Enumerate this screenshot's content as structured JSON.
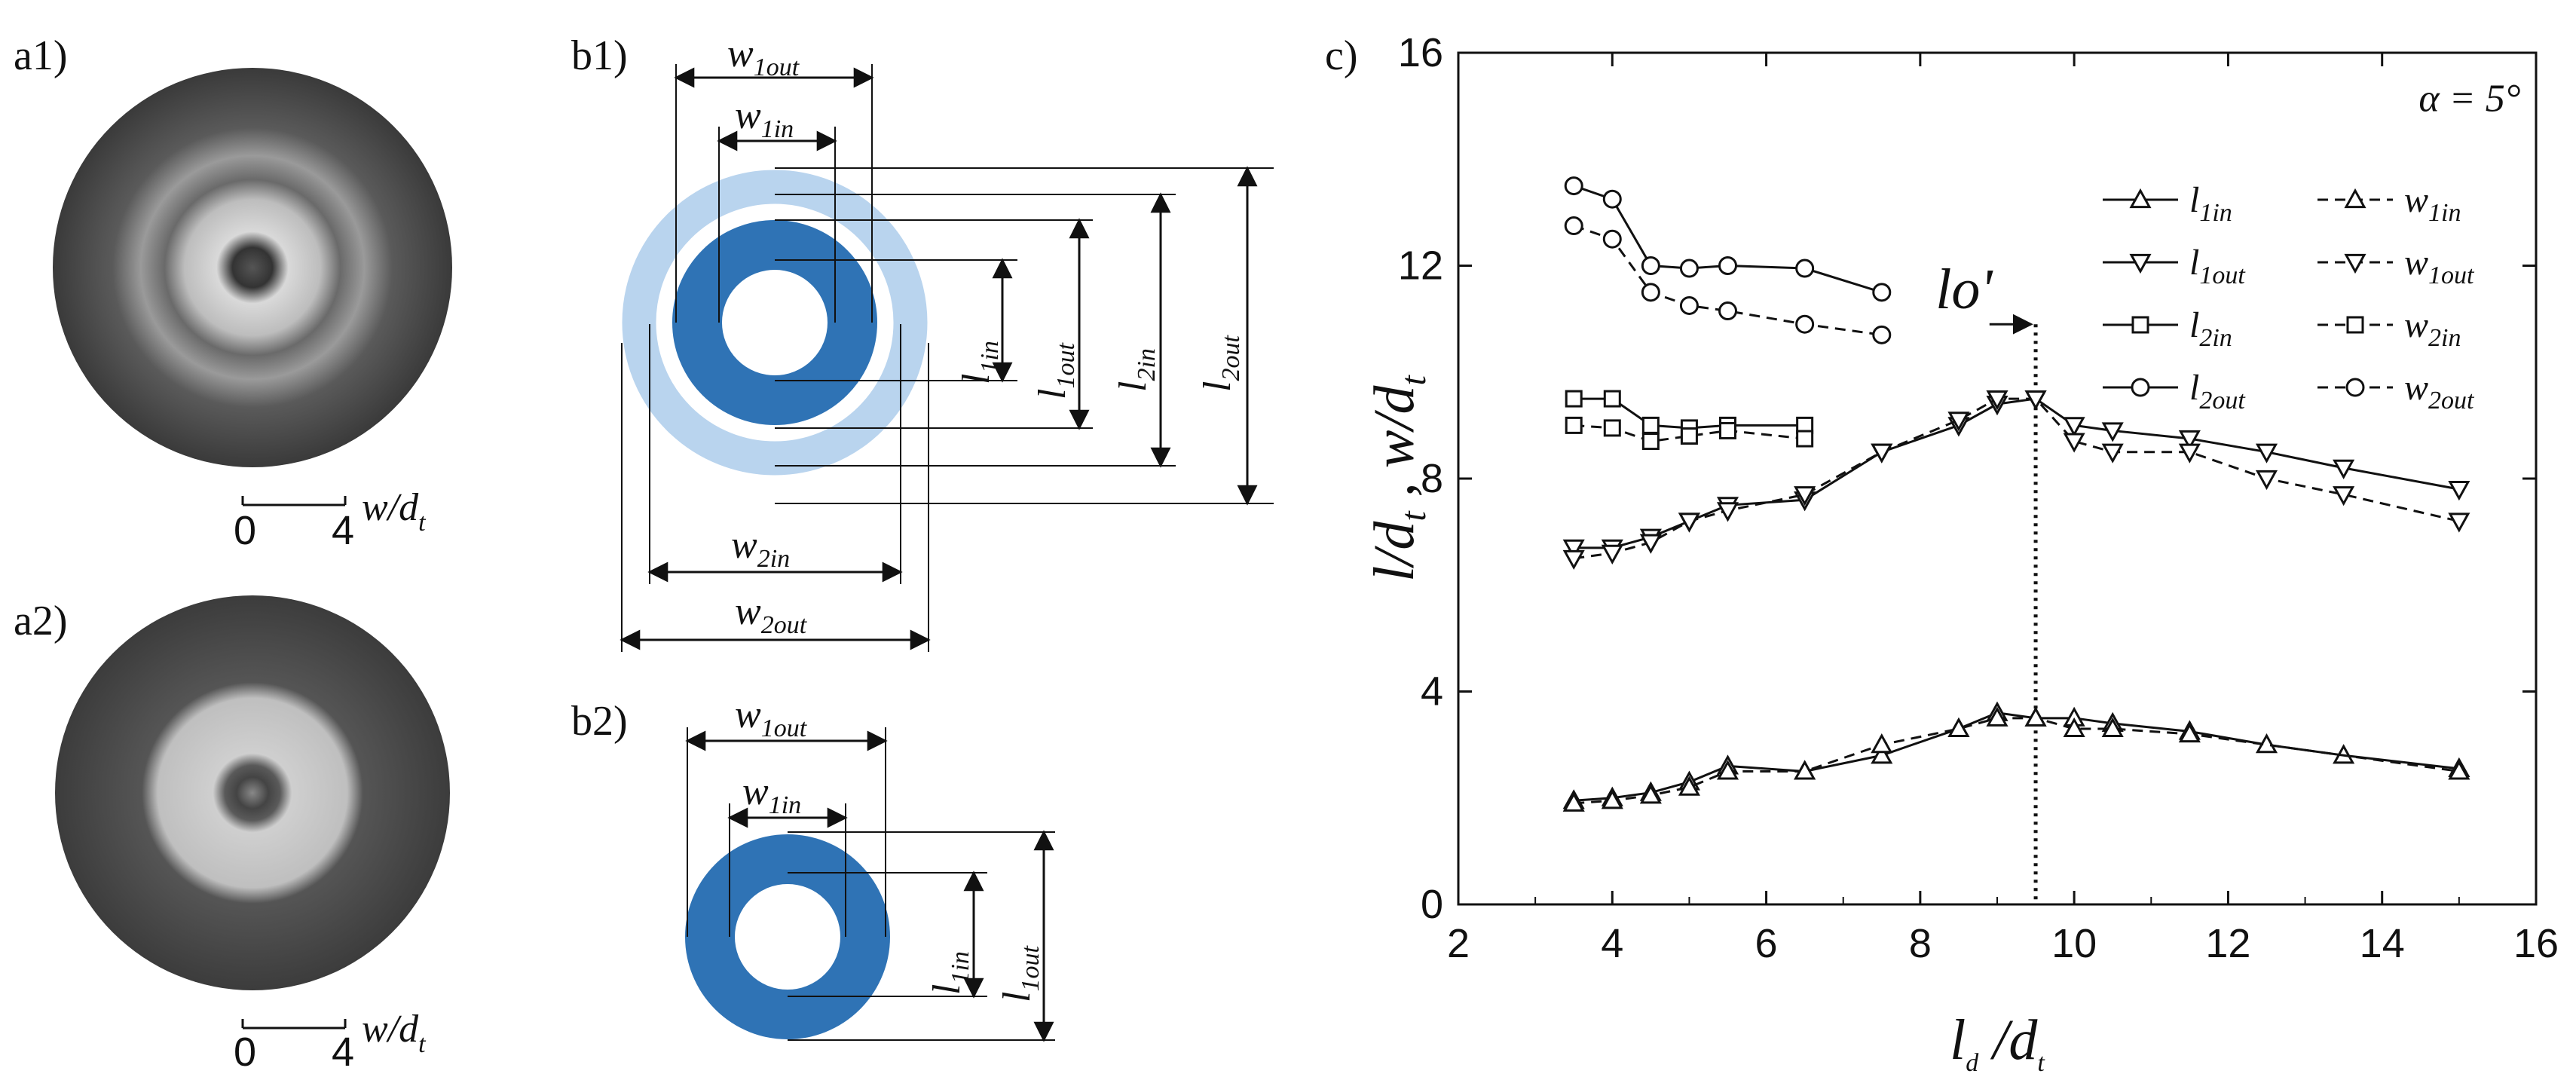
{
  "panels": {
    "a1": {
      "label": "a1)",
      "scale_min": "0",
      "scale_max": "4",
      "scale_unit": "w/d",
      "scale_unit_sub": "t"
    },
    "a2": {
      "label": "a2)",
      "scale_min": "0",
      "scale_max": "4",
      "scale_unit": "w/d",
      "scale_unit_sub": "t"
    },
    "b1": {
      "label": "b1)",
      "dims": {
        "w1out": {
          "base": "w",
          "sub": "1out"
        },
        "w1in": {
          "base": "w",
          "sub": "1in"
        },
        "w2in": {
          "base": "w",
          "sub": "2in"
        },
        "w2out": {
          "base": "w",
          "sub": "2out"
        },
        "l1in": {
          "base": "l",
          "sub": "1in"
        },
        "l1out": {
          "base": "l",
          "sub": "1out"
        },
        "l2in": {
          "base": "l",
          "sub": "2in"
        },
        "l2out": {
          "base": "l",
          "sub": "2out"
        }
      }
    },
    "b2": {
      "label": "b2)",
      "dims": {
        "w1out": {
          "base": "w",
          "sub": "1out"
        },
        "w1in": {
          "base": "w",
          "sub": "1in"
        },
        "l1in": {
          "base": "l",
          "sub": "1in"
        },
        "l1out": {
          "base": "l",
          "sub": "1out"
        }
      }
    },
    "c": {
      "label": "c)"
    }
  },
  "colors": {
    "ring_inner": "#2f73b5",
    "ring_outer": "#b9d4ee",
    "ink": "#111111"
  },
  "chart_data": {
    "type": "line",
    "annotation": "α = 5°",
    "lo_label": "lo'",
    "lo_x": 9.5,
    "xlabel": "l_d / d_t",
    "ylabel": "l / d_t , w / d_t",
    "xlim": [
      2,
      16
    ],
    "ylim": [
      0,
      16
    ],
    "xticks": [
      2,
      4,
      6,
      8,
      10,
      12,
      14,
      16
    ],
    "yticks": [
      0,
      4,
      8,
      12,
      16
    ],
    "grid": false,
    "legend_position": "top-right",
    "series": [
      {
        "name": "l1in",
        "base": "l",
        "sub": "1in",
        "marker": "triangle-up",
        "dash": false,
        "x": [
          3.5,
          4,
          4.5,
          5,
          5.5,
          6.5,
          7.5,
          8.5,
          9,
          9.5,
          10,
          10.5,
          11.5,
          12.5,
          13.5,
          15
        ],
        "y": [
          1.95,
          2.0,
          2.1,
          2.3,
          2.6,
          2.5,
          2.8,
          3.3,
          3.6,
          3.5,
          3.5,
          3.4,
          3.25,
          3.0,
          2.8,
          2.55
        ]
      },
      {
        "name": "w1in",
        "base": "w",
        "sub": "1in",
        "marker": "triangle-up",
        "dash": true,
        "x": [
          3.5,
          4,
          4.5,
          5,
          5.5,
          6.5,
          7.5,
          8.5,
          9,
          9.5,
          10,
          10.5,
          11.5,
          15
        ],
        "y": [
          1.9,
          1.95,
          2.05,
          2.2,
          2.5,
          2.5,
          3.0,
          3.3,
          3.5,
          3.5,
          3.3,
          3.3,
          3.2,
          2.5
        ]
      },
      {
        "name": "l1out",
        "base": "l",
        "sub": "1out",
        "marker": "triangle-down",
        "dash": false,
        "x": [
          3.5,
          4,
          4.5,
          5,
          5.5,
          6.5,
          7.5,
          8.5,
          9,
          9.5,
          10,
          10.5,
          11.5,
          12.5,
          13.5,
          15
        ],
        "y": [
          6.7,
          6.7,
          6.9,
          7.2,
          7.5,
          7.6,
          8.5,
          9.0,
          9.4,
          9.5,
          9.0,
          8.9,
          8.75,
          8.5,
          8.2,
          7.8
        ]
      },
      {
        "name": "w1out",
        "base": "w",
        "sub": "1out",
        "marker": "triangle-down",
        "dash": true,
        "x": [
          3.5,
          4,
          4.5,
          5,
          5.5,
          6.5,
          7.5,
          8.5,
          9,
          9.5,
          10,
          10.5,
          11.5,
          12.5,
          13.5,
          15
        ],
        "y": [
          6.5,
          6.6,
          6.8,
          7.2,
          7.4,
          7.7,
          8.5,
          9.1,
          9.5,
          9.5,
          8.7,
          8.5,
          8.5,
          8.0,
          7.7,
          7.2
        ]
      },
      {
        "name": "l2in",
        "base": "l",
        "sub": "2in",
        "marker": "square",
        "dash": false,
        "x": [
          3.5,
          4,
          4.5,
          5,
          5.5,
          6.5
        ],
        "y": [
          9.5,
          9.5,
          9.0,
          8.95,
          9.0,
          9.0
        ]
      },
      {
        "name": "w2in",
        "base": "w",
        "sub": "2in",
        "marker": "square",
        "dash": true,
        "x": [
          3.5,
          4,
          4.5,
          5,
          5.5,
          6.5
        ],
        "y": [
          9.0,
          8.95,
          8.7,
          8.8,
          8.9,
          8.75
        ]
      },
      {
        "name": "l2out",
        "base": "l",
        "sub": "2out",
        "marker": "circle",
        "dash": false,
        "x": [
          3.5,
          4,
          4.5,
          5,
          5.5,
          6.5,
          7.5
        ],
        "y": [
          13.5,
          13.25,
          12.0,
          11.95,
          12.0,
          11.95,
          11.5
        ]
      },
      {
        "name": "w2out",
        "base": "w",
        "sub": "2out",
        "marker": "circle",
        "dash": true,
        "x": [
          3.5,
          4,
          4.5,
          5,
          5.5,
          6.5,
          7.5
        ],
        "y": [
          12.75,
          12.5,
          11.5,
          11.25,
          11.15,
          10.9,
          10.7
        ]
      }
    ]
  }
}
